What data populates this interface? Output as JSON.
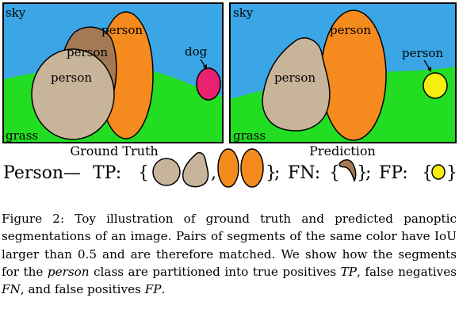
{
  "colors": {
    "sky": "#3ba6e6",
    "grass": "#22dd22",
    "person_gray": "#c8b49a",
    "person_brown": "#a37a55",
    "person_orange": "#f58b1f",
    "dog": "#e8226e",
    "person_yellow": "#f5ee10",
    "outline": "#000000"
  },
  "figure": {
    "ground_truth": {
      "title": "Ground Truth",
      "labels": {
        "sky": "sky",
        "grass": "grass",
        "person_brown": "person",
        "person_gray": "person",
        "person_orange": "person",
        "dog": "dog"
      }
    },
    "prediction": {
      "title": "Prediction",
      "labels": {
        "sky": "sky",
        "grass": "grass",
        "person_gray": "person",
        "person_orange": "person",
        "person_yellow": "person"
      }
    },
    "equation": {
      "class_name": "Person",
      "dash": "—",
      "tp_label": "TP:",
      "fn_label": "FN:",
      "fp_label": "FP:",
      "open_brace": "{",
      "close_brace": "}",
      "comma": ",",
      "semicolon": ";"
    }
  },
  "caption": {
    "label": "Figure 2:",
    "text_1": " Toy illustration of ground truth and predicted panoptic segmentations of an image. Pairs of segments of the same color have IoU larger than 0.5 and are therefore matched. We show how the segments for the ",
    "emph": "person",
    "text_2": " class are partitioned into true positives ",
    "tp": "TP",
    "text_3": ", false negatives ",
    "fn": "FN",
    "text_4": ", and false positives ",
    "fp": "FP",
    "text_5": "."
  }
}
